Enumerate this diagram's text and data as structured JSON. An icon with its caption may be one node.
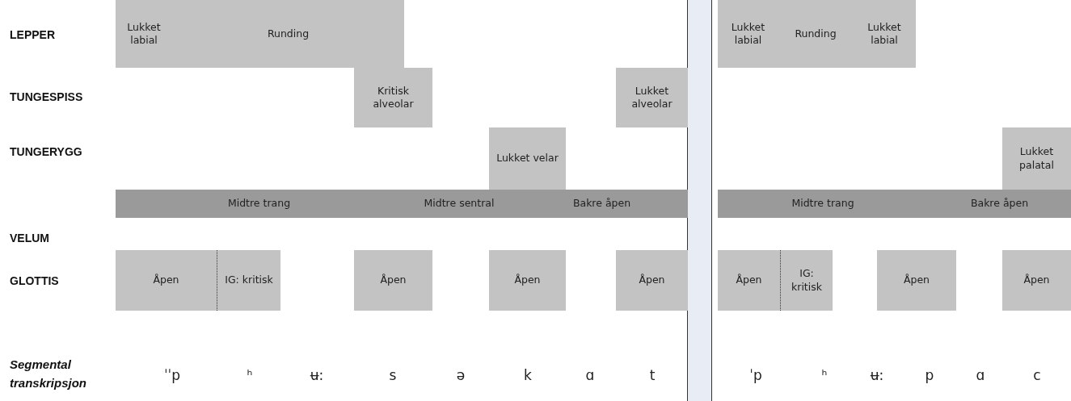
{
  "diagram": {
    "nodes": [
      {
        "text": [
          "Lukket labial"
        ]
      },
      {
        "text": [
          "Runding"
        ]
      },
      {
        "text": [
          "Lukket labial"
        ]
      },
      {
        "text": [
          "Runding"
        ]
      },
      {
        "text": [
          "Lukket labial"
        ]
      },
      {
        "text": [
          "Kritisk alveolar"
        ]
      },
      {
        "text": [
          "Lukket alveolar"
        ]
      },
      {
        "text": [
          "Lukket velar"
        ]
      },
      {
        "text": [
          "Lukket palatal"
        ]
      },
      {
        "text": [
          "Midtre trang"
        ]
      },
      {
        "text": [
          "Midtre sentral"
        ]
      },
      {
        "text": [
          "Bakre åpen"
        ]
      },
      {
        "text": [
          "Midtre trang"
        ]
      },
      {
        "text": [
          "Bakre åpen"
        ]
      },
      {
        "text": [
          "Åpen"
        ]
      },
      {
        "text": [
          "IG: kritisk"
        ]
      },
      {
        "text": [
          "Åpen"
        ]
      },
      {
        "text": [
          "Åpen"
        ]
      },
      {
        "text": [
          "Åpen"
        ]
      },
      {
        "text": [
          "Åpen"
        ]
      },
      {
        "text": [
          "IG: kritisk"
        ]
      },
      {
        "text": [
          "Åpen"
        ]
      },
      {
        "text": [
          "Åpen"
        ]
      }
    ],
    "labels": [
      "LEPPER",
      "TUNGESPISS",
      "TUNGERYGG",
      "VELUM",
      "GLOTTIS",
      "Segmental transkripsjon",
      "ˈˈp",
      "ʰ",
      "ʉ:",
      "s",
      "ə",
      "k",
      "ɑ",
      "t",
      "ˈp",
      "ʰ",
      "ʉ:",
      "p",
      "ɑ",
      "c"
    ]
  }
}
